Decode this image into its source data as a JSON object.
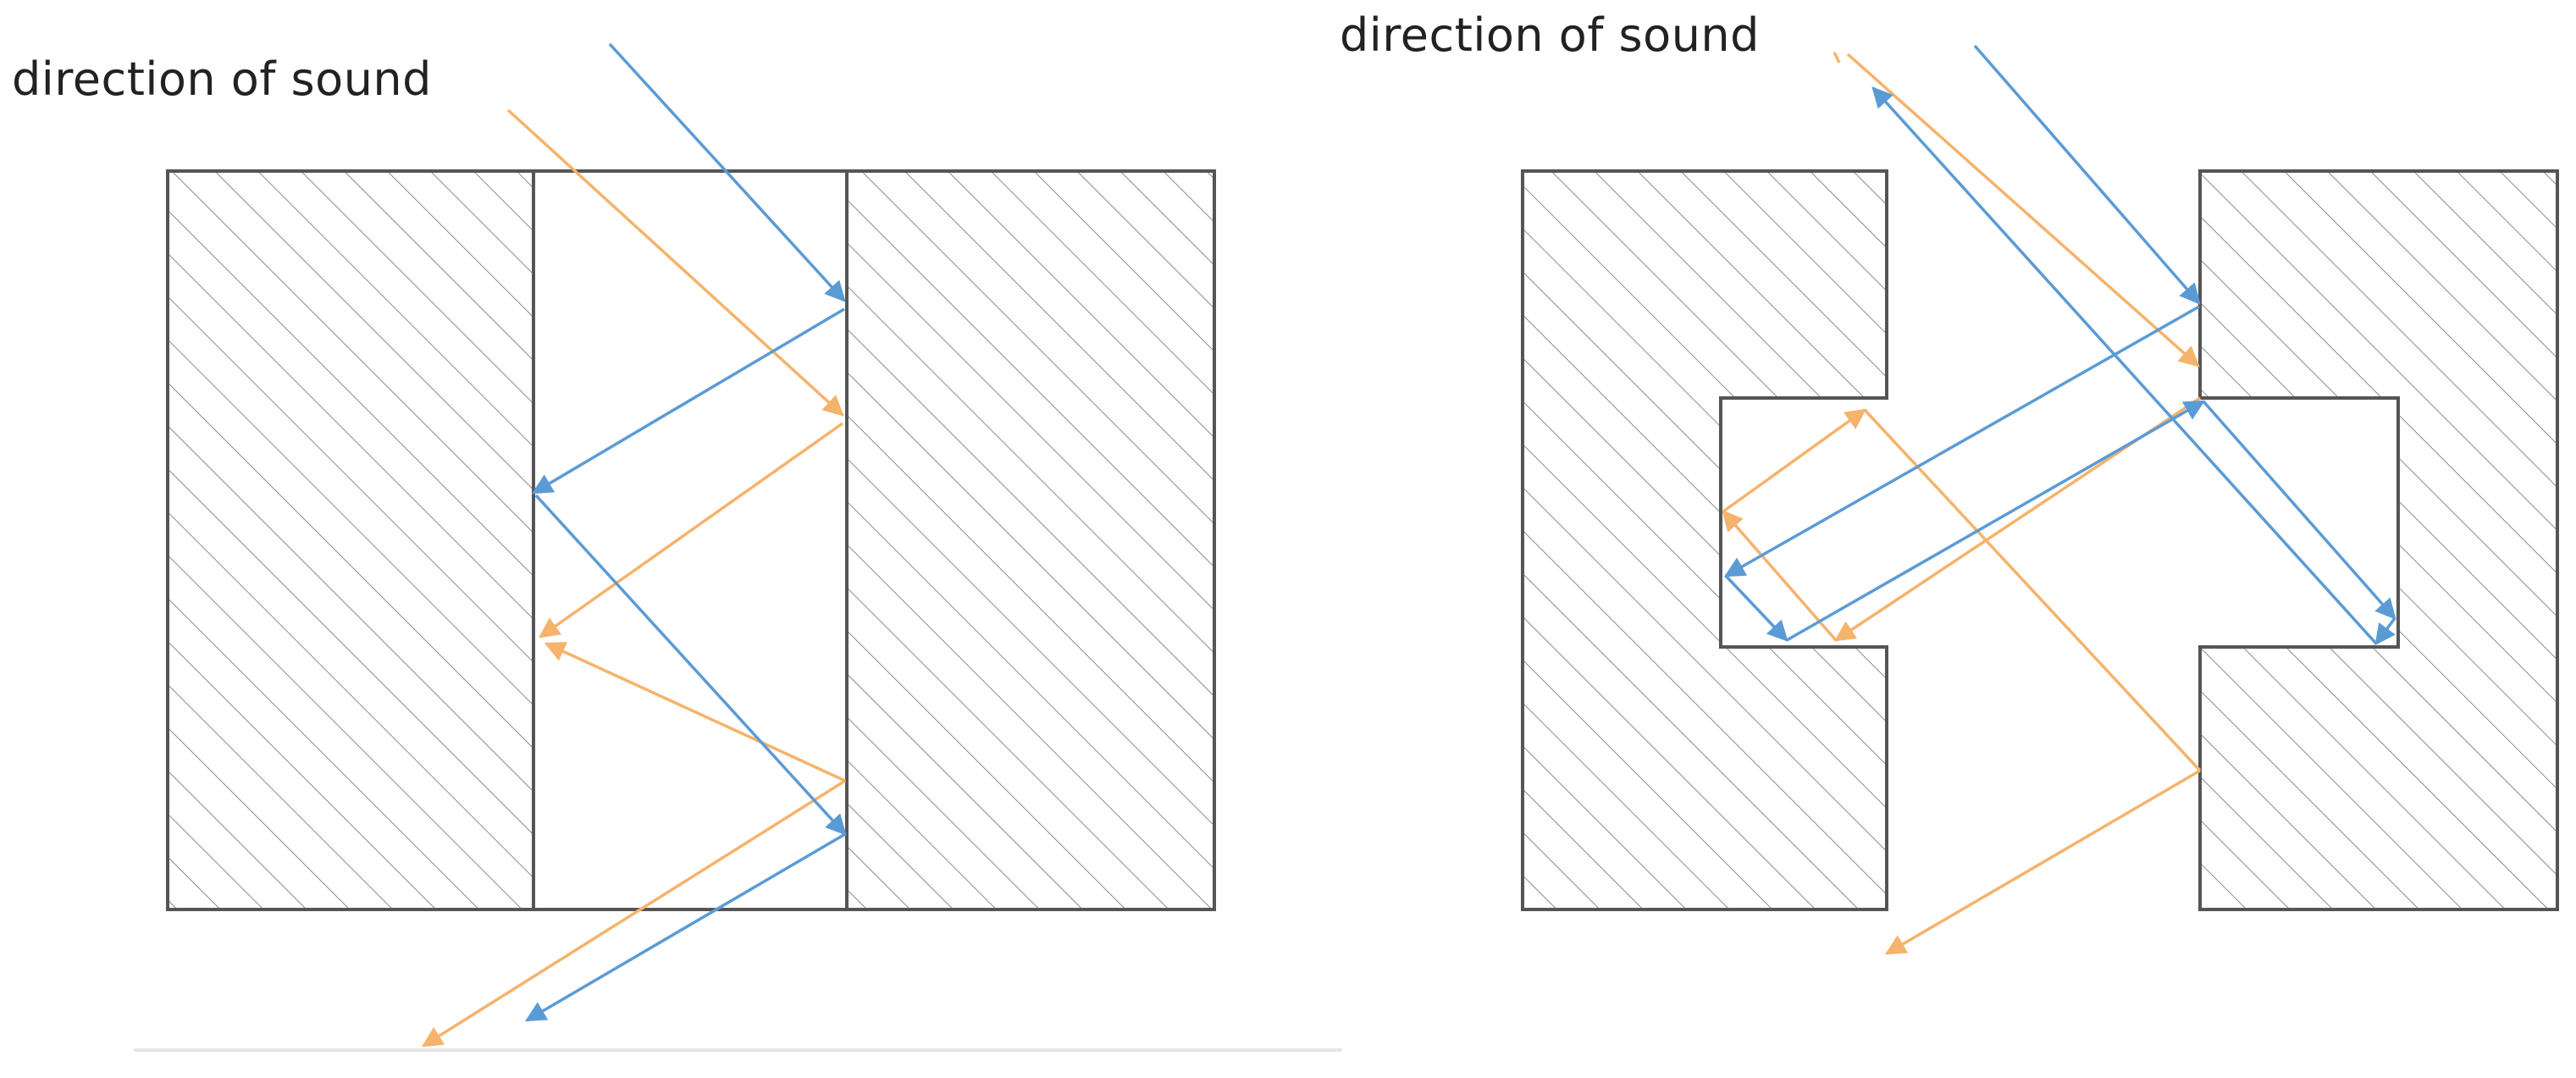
{
  "colors": {
    "background": "#ffffff",
    "outline": "#555555",
    "hatch": "#8a8a8a",
    "blue_ray": "#5b9bd5",
    "orange_ray": "#f5b36b",
    "baseline": "#e6e6e6"
  },
  "diagrams": [
    {
      "id": "left",
      "label": "direction of sound",
      "cross_section": "straight channel"
    },
    {
      "id": "right",
      "label": "direction of sound",
      "cross_section": "channel with expansion chamber"
    }
  ]
}
